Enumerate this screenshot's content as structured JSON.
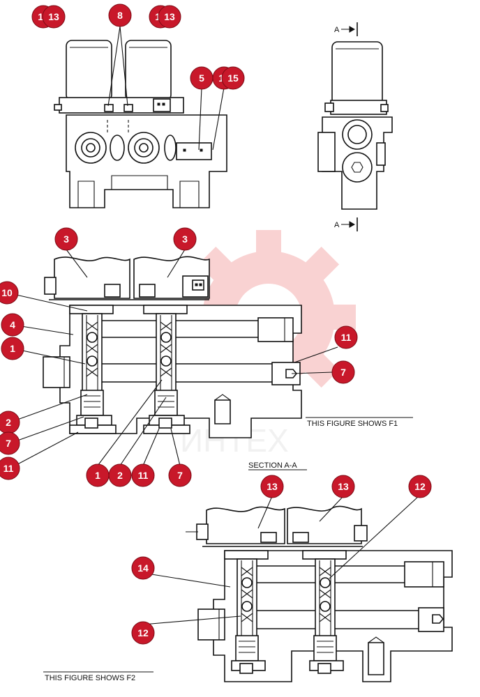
{
  "watermark": {
    "text": "ИНТЕХ",
    "color": "#f08080"
  },
  "colors": {
    "balloon": "#c8182a",
    "line": "#111111"
  },
  "captions": {
    "f1": "THIS FIGURE SHOWS  F1",
    "f2": "THIS FIGURE SHOWS  F2",
    "section": "SECTION  A-A",
    "arrow_top": "A",
    "arrow_bottom": "A"
  },
  "callouts": {
    "top": [
      "13",
      "13",
      "8",
      "13",
      "13",
      "5",
      "15",
      "15"
    ],
    "mid": [
      "3",
      "3",
      "10",
      "4",
      "1",
      "11",
      "7",
      "2",
      "7",
      "11",
      "1",
      "2",
      "11",
      "7"
    ],
    "bottom": [
      "13",
      "13",
      "12",
      "14",
      "12"
    ]
  }
}
